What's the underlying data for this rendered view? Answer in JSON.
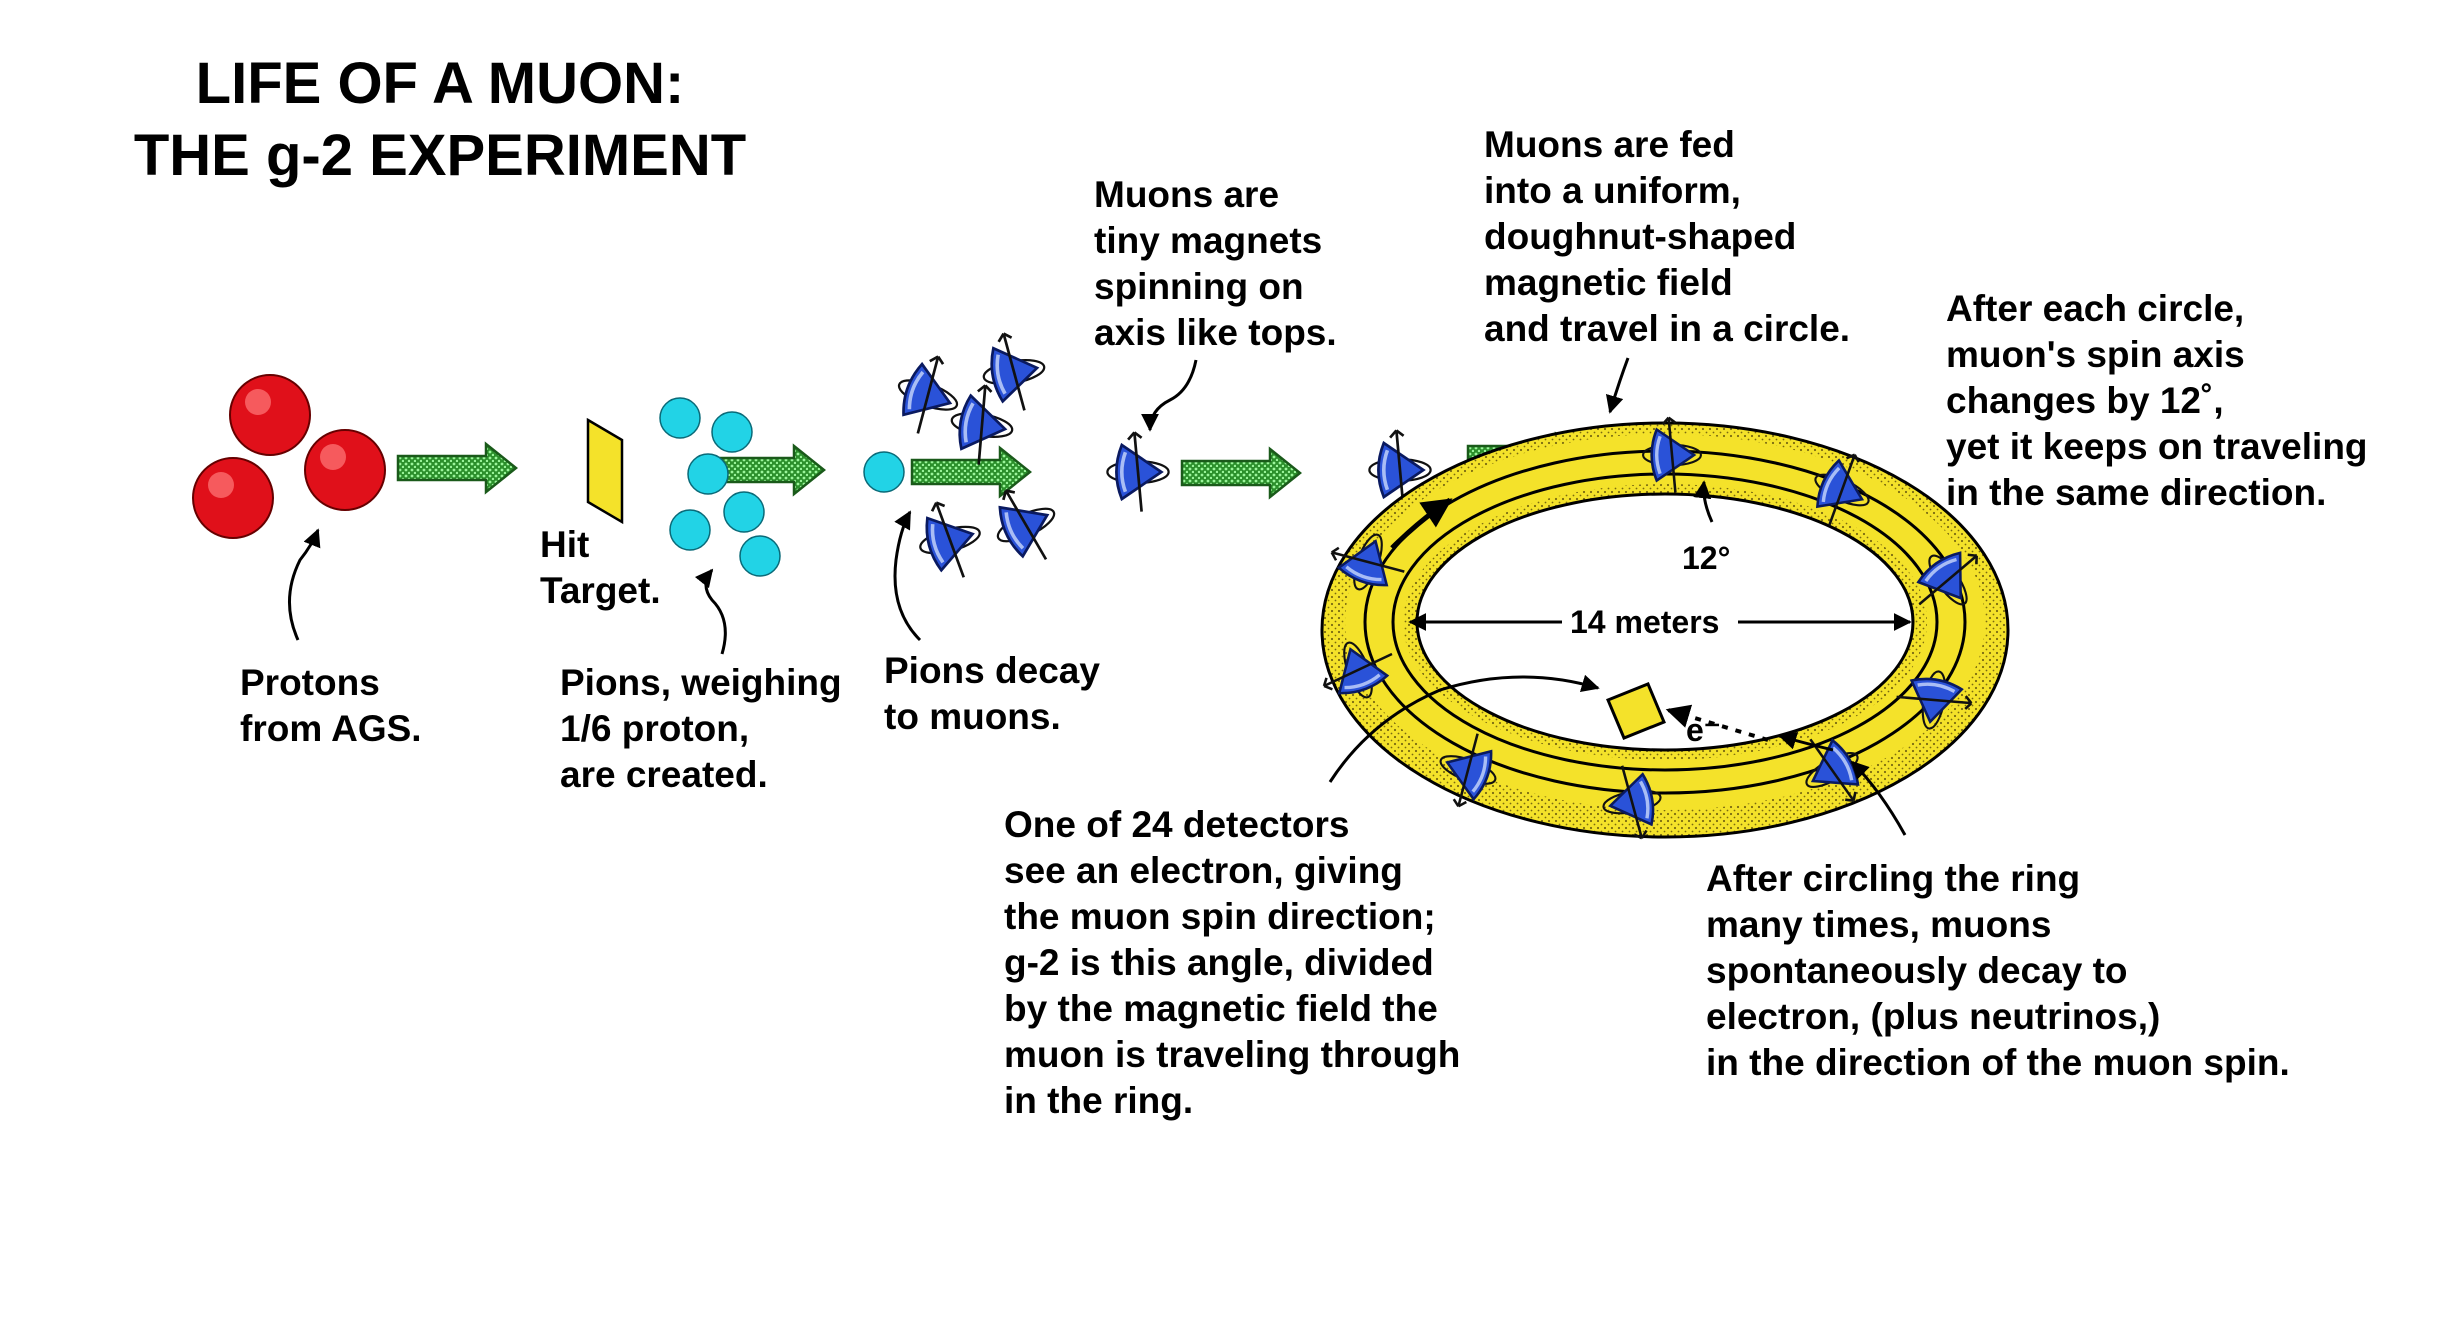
{
  "title": {
    "line1": "LIFE OF A MUON:",
    "line2": "THE g-2 EXPERIMENT"
  },
  "labels": {
    "hit_target": [
      "Hit",
      "Target."
    ],
    "protons": [
      "Protons",
      "from AGS."
    ],
    "pions_created": [
      "Pions, weighing",
      "1/6 proton,",
      "are created."
    ],
    "pions_decay": [
      "Pions decay",
      "to muons."
    ],
    "muons_magnets": [
      "Muons are",
      "tiny magnets",
      "spinning on",
      "axis like tops."
    ],
    "muons_fed": [
      "Muons are fed",
      "into a uniform,",
      "doughnut-shaped",
      "magnetic field",
      "and travel in a circle."
    ],
    "after_each_circle": [
      "After each circle,",
      "muon's spin axis",
      "changes by 12˚,",
      "yet it keeps on traveling",
      "in the same direction."
    ],
    "angle": "12°",
    "diameter": "14 meters",
    "electron": "e⁻",
    "detectors": [
      "One of 24 detectors",
      "see an electron, giving",
      "the muon spin direction;",
      "g-2 is this angle, divided",
      "by the magnetic field the",
      "muon is traveling through",
      "in the ring."
    ],
    "decay": [
      "After circling the ring",
      "many times, muons",
      "spontaneously decay to",
      "electron, (plus neutrinos,)",
      "in the direction of the muon spin."
    ]
  },
  "colors": {
    "proton": "#e0101a",
    "pion": "#22d3e6",
    "muon": "#2a52d8",
    "arrow": "#36d63a",
    "ring": "#f4e22a",
    "target": "#f4e22a"
  }
}
